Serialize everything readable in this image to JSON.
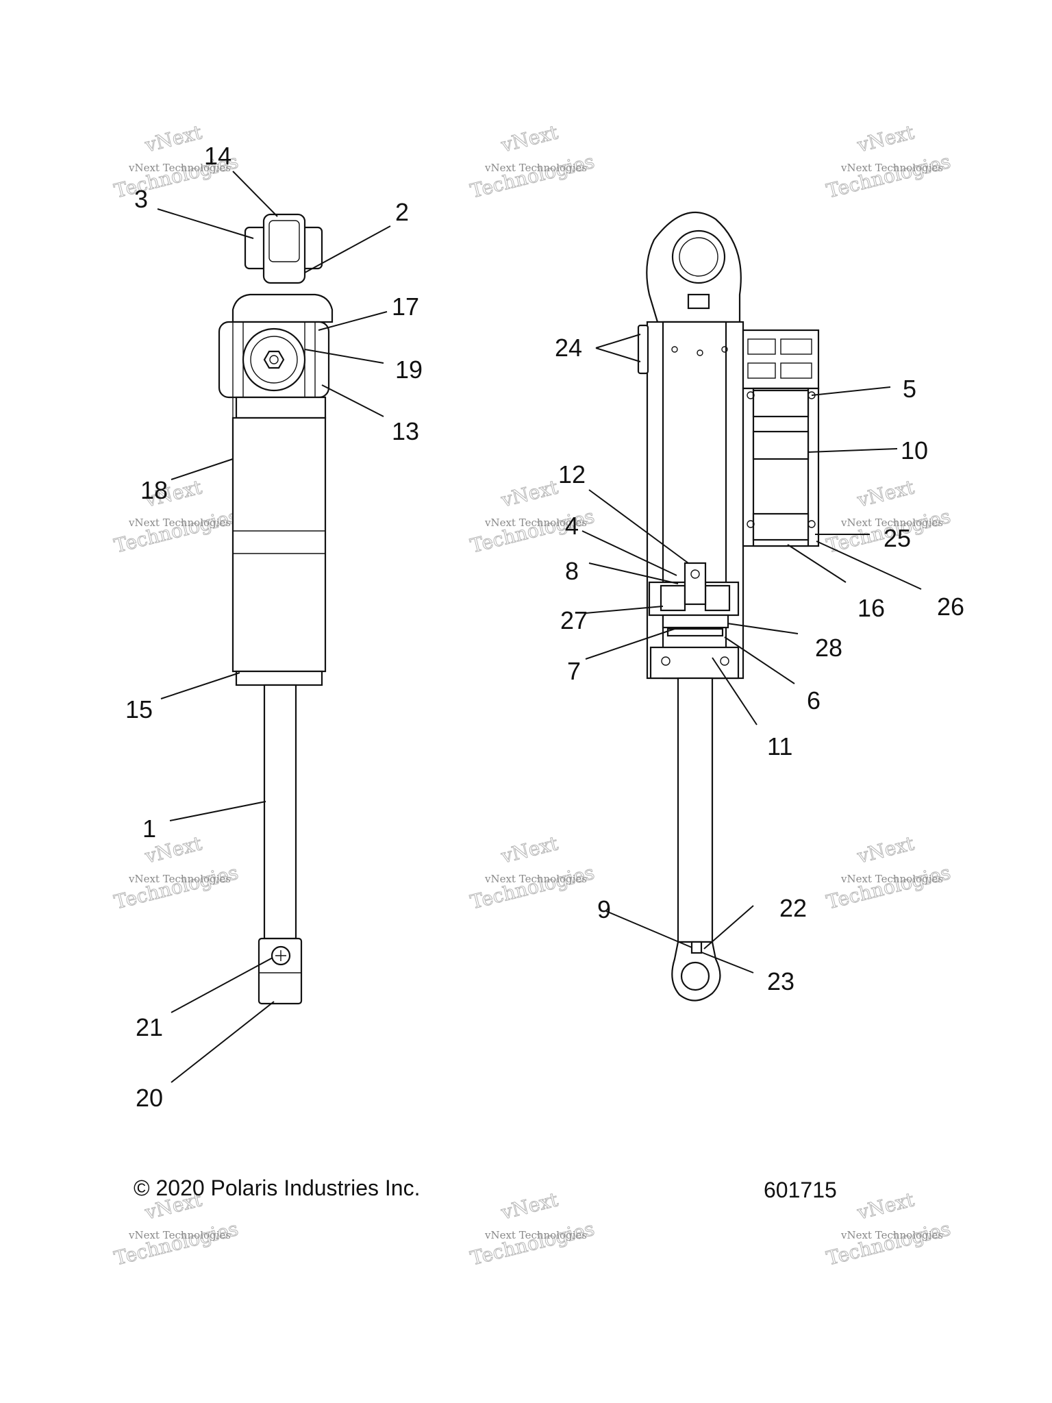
{
  "footer": {
    "copyright": "© 2020 Polaris Industries Inc.",
    "diagram_number": "601715"
  },
  "watermark": {
    "line1": "vNext Technologies",
    "line2": "Technologies",
    "arc": "vNext"
  },
  "callouts": [
    {
      "id": "c14",
      "label": "14"
    },
    {
      "id": "c3",
      "label": "3"
    },
    {
      "id": "c2",
      "label": "2"
    },
    {
      "id": "c17",
      "label": "17"
    },
    {
      "id": "c19",
      "label": "19"
    },
    {
      "id": "c13",
      "label": "13"
    },
    {
      "id": "c18",
      "label": "18"
    },
    {
      "id": "c15",
      "label": "15"
    },
    {
      "id": "c1",
      "label": "1"
    },
    {
      "id": "c21",
      "label": "21"
    },
    {
      "id": "c20",
      "label": "20"
    },
    {
      "id": "c24",
      "label": "24"
    },
    {
      "id": "c5",
      "label": "5"
    },
    {
      "id": "c10",
      "label": "10"
    },
    {
      "id": "c12",
      "label": "12"
    },
    {
      "id": "c4",
      "label": "4"
    },
    {
      "id": "c25",
      "label": "25"
    },
    {
      "id": "c8",
      "label": "8"
    },
    {
      "id": "c16",
      "label": "16"
    },
    {
      "id": "c26",
      "label": "26"
    },
    {
      "id": "c27",
      "label": "27"
    },
    {
      "id": "c28",
      "label": "28"
    },
    {
      "id": "c7",
      "label": "7"
    },
    {
      "id": "c6",
      "label": "6"
    },
    {
      "id": "c11",
      "label": "11"
    },
    {
      "id": "c9",
      "label": "9"
    },
    {
      "id": "c22",
      "label": "22"
    },
    {
      "id": "c23",
      "label": "23"
    }
  ]
}
